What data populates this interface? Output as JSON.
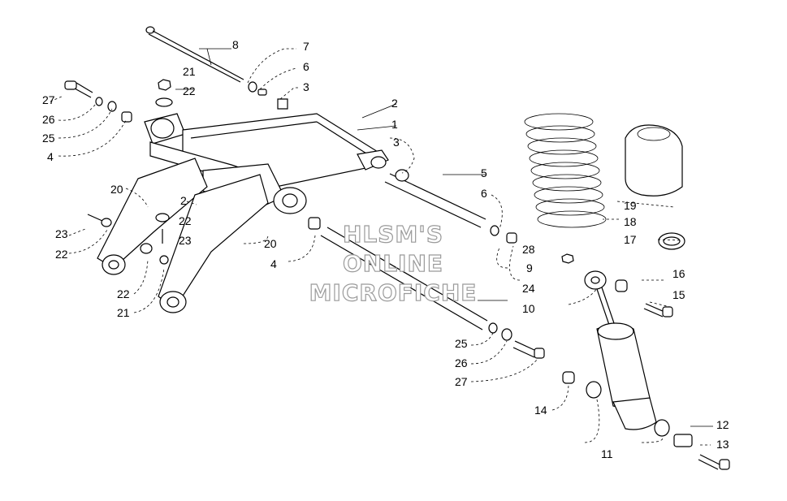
{
  "watermark": {
    "line1": "HLSM'S",
    "line2": "ONLINE",
    "line3": "MICROFICHE"
  },
  "callouts": [
    "8",
    "7",
    "6",
    "3",
    "21",
    "22",
    "27",
    "26",
    "25",
    "4",
    "2",
    "1",
    "3",
    "5",
    "6",
    "20",
    "2",
    "22",
    "23",
    "23",
    "22",
    "20",
    "4",
    "22",
    "21",
    "28",
    "9",
    "24",
    "10",
    "25",
    "26",
    "27",
    "19",
    "18",
    "17",
    "16",
    "15",
    "14",
    "11",
    "12",
    "13"
  ],
  "colors": {
    "ink": "#000000",
    "watermark_stroke": "#9a9a9a"
  }
}
